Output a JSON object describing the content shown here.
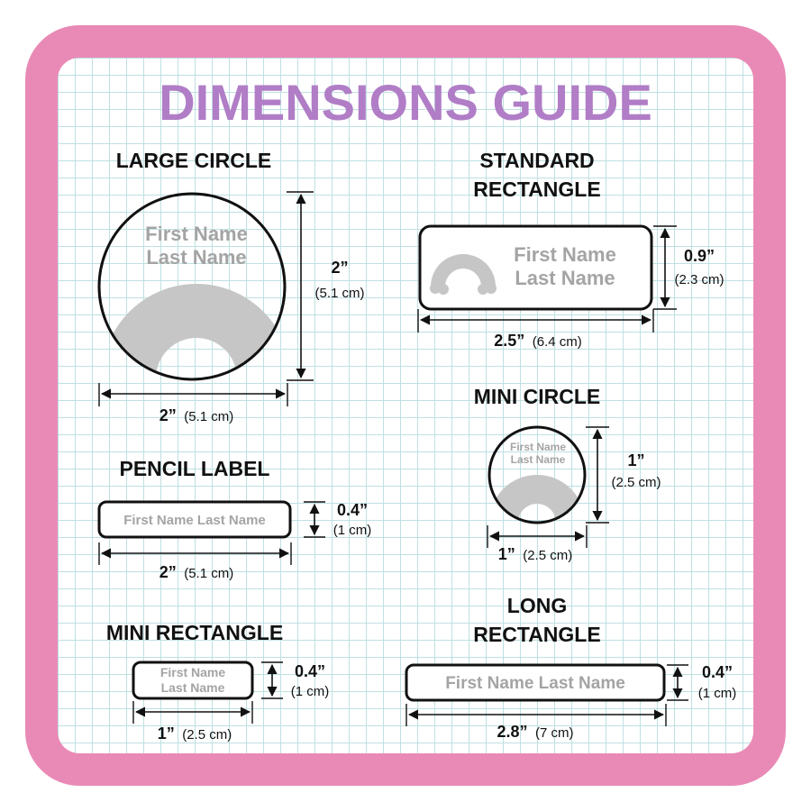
{
  "heading": "DIMENSIONS GUIDE",
  "colors": {
    "frame": "#e98ab6",
    "heading": "#b07dc6",
    "grid": "#bfe0e2",
    "ink": "#111111",
    "label_gray": "#a4a4a4"
  },
  "sample_text": {
    "first": "First Name",
    "last": "Last Name",
    "full": "First Name Last Name"
  },
  "labels": [
    {
      "id": "large-circle",
      "name": "LARGE CIRCLE",
      "height": {
        "inches": "2”",
        "cm": "(5.1 cm)"
      },
      "width": {
        "inches": "2”",
        "cm": "(5.1 cm)"
      }
    },
    {
      "id": "standard-rectangle",
      "name_line1": "STANDARD",
      "name_line2": "RECTANGLE",
      "height": {
        "inches": "0.9”",
        "cm": "(2.3 cm)"
      },
      "width": {
        "inches": "2.5”",
        "cm": "(6.4 cm)"
      }
    },
    {
      "id": "mini-circle",
      "name": "MINI CIRCLE",
      "height": {
        "inches": "1”",
        "cm": "(2.5 cm)"
      },
      "width": {
        "inches": "1”",
        "cm": "(2.5 cm)"
      }
    },
    {
      "id": "pencil-label",
      "name": "PENCIL LABEL",
      "height": {
        "inches": "0.4”",
        "cm": "(1 cm)"
      },
      "width": {
        "inches": "2”",
        "cm": "(5.1 cm)"
      }
    },
    {
      "id": "mini-rectangle",
      "name": "MINI RECTANGLE",
      "height": {
        "inches": "0.4”",
        "cm": "(1 cm)"
      },
      "width": {
        "inches": "1”",
        "cm": "(2.5 cm)"
      }
    },
    {
      "id": "long-rectangle",
      "name_line1": "LONG",
      "name_line2": "RECTANGLE",
      "height": {
        "inches": "0.4”",
        "cm": "(1 cm)"
      },
      "width": {
        "inches": "2.8”",
        "cm": "(7 cm)"
      }
    }
  ]
}
